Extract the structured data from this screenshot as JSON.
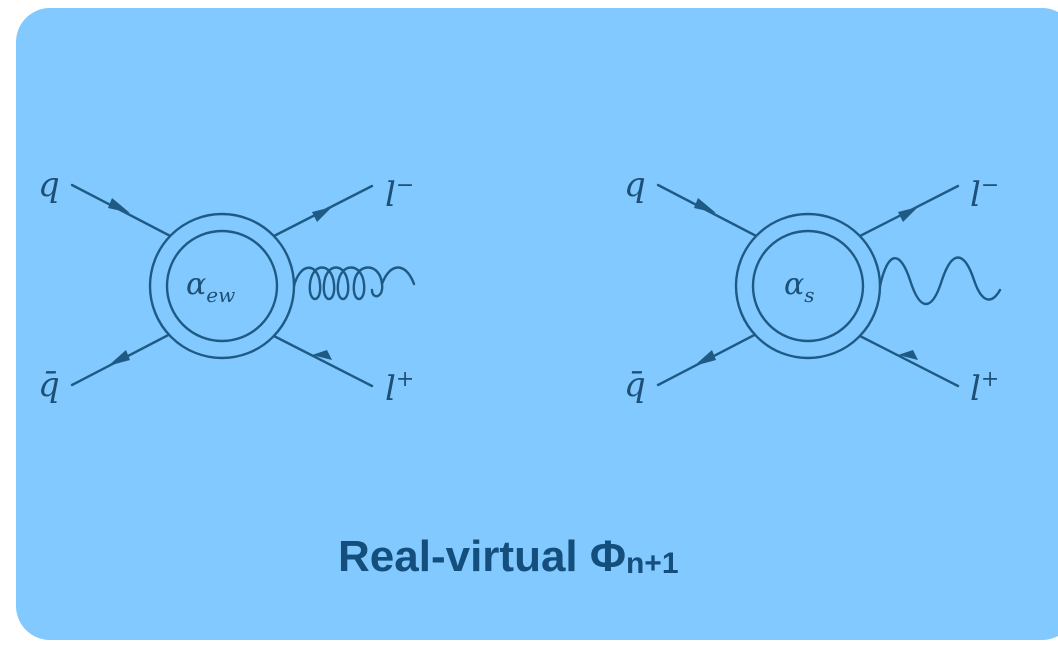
{
  "diagrams": [
    {
      "coupling": "α",
      "coupling_sub": "ew",
      "incoming_top": "q",
      "incoming_bottom": "q̄",
      "outgoing_top": "l",
      "outgoing_top_sup": "−",
      "outgoing_bottom": "l",
      "outgoing_bottom_sup": "+",
      "radiation": "gluon"
    },
    {
      "coupling": "α",
      "coupling_sub": "s",
      "incoming_top": "q",
      "incoming_bottom": "q̄",
      "outgoing_top": "l",
      "outgoing_top_sup": "−",
      "outgoing_bottom": "l",
      "outgoing_bottom_sup": "+",
      "radiation": "photon"
    }
  ],
  "caption": {
    "text": "Real-virtual Φ",
    "subscript": "n+1"
  },
  "colors": {
    "panel": "#81c9ff",
    "lines": "#1f5a85",
    "caption": "#144e7c"
  }
}
